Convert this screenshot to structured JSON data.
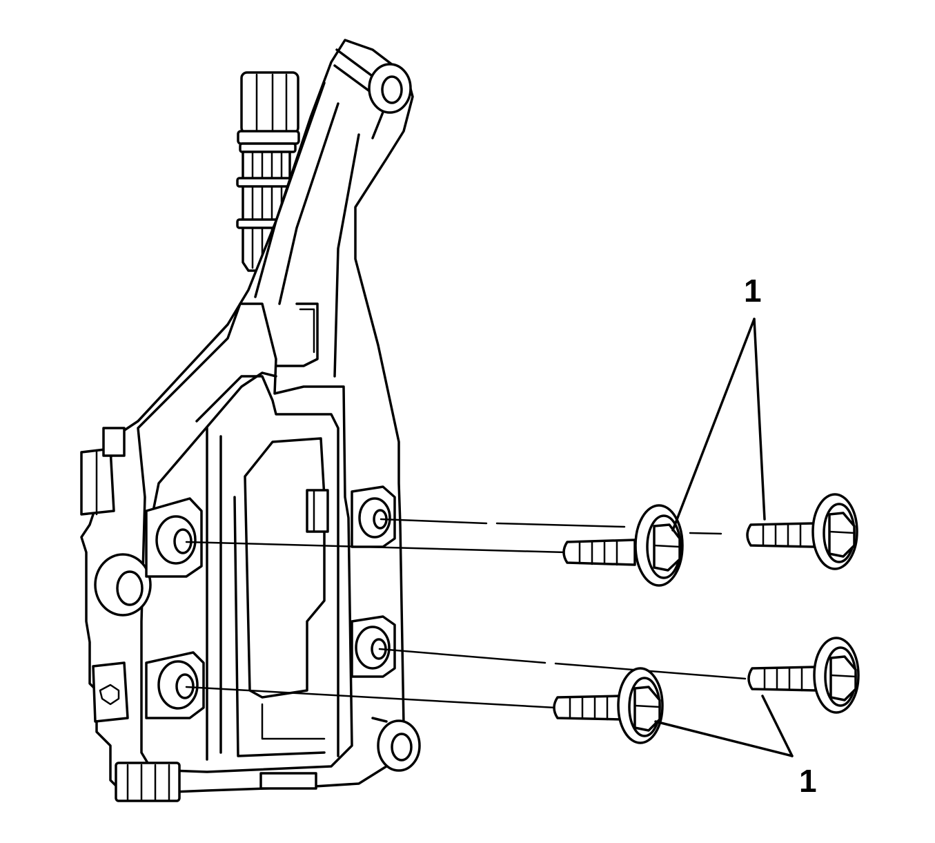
{
  "callouts": [
    {
      "label": "1"
    },
    {
      "label": "1"
    }
  ],
  "icons": [
    "bracket-assembly",
    "bolt",
    "electrical-connector"
  ]
}
